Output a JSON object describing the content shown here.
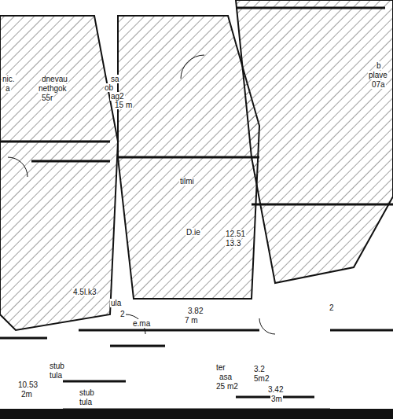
{
  "diagram": {
    "labels": [
      "nic.",
      "a",
      "dnevau",
      "nethgok",
      "55r",
      "sa",
      "ob",
      "ag2",
      "15 m",
      "b",
      "plave",
      "07a",
      "tilmi",
      "D.ie",
      "12.51",
      "13.3",
      "4.5l.k3",
      "ula",
      "2",
      "e.ma",
      "3.82",
      "7 m",
      "stub",
      "tula",
      "10.53",
      "2m",
      "stub",
      "tula",
      "ter",
      "asa",
      "25 m2",
      "3.2",
      "5m2",
      "3.42",
      "3m",
      "2"
    ]
  }
}
